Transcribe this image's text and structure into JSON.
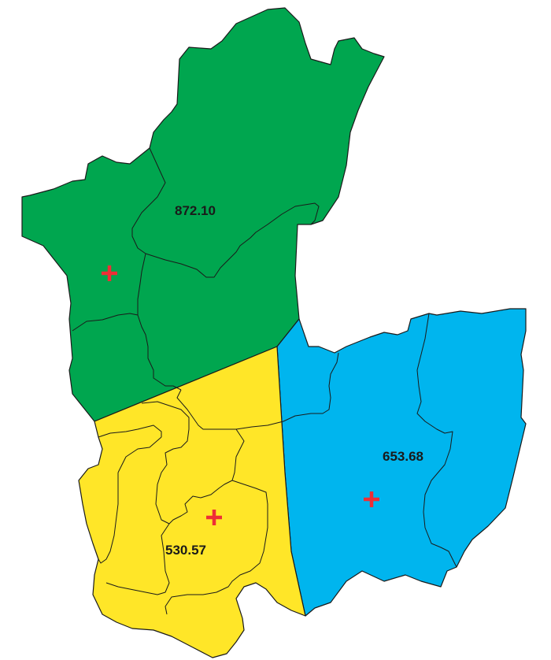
{
  "map": {
    "regions": [
      {
        "id": "green",
        "value": "872.10",
        "color": "#00a64f"
      },
      {
        "id": "yellow",
        "value": "530.57",
        "color": "#ffe628"
      },
      {
        "id": "blue",
        "value": "653.68",
        "color": "#00b5ee"
      }
    ],
    "marker_color": "#ee2e36",
    "border_color": "#1a1a1a",
    "background": "#ffffff"
  }
}
